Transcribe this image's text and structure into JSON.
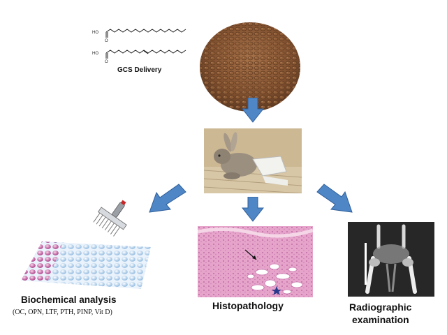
{
  "gcs_label": "GCS Delivery",
  "chem": {
    "structure_1_group": "HO",
    "structure_2_group": "HO"
  },
  "outcomes": {
    "biochemical": {
      "title": "Biochemical analysis",
      "markers": "(OC, OPN, LTF, PTH, PINP, Vit D)"
    },
    "histopathology": {
      "title": "Histopathology"
    },
    "radiographic": {
      "title_line1": "Radiographic",
      "title_line2": "examination"
    }
  },
  "colors": {
    "arrow": "#4f86c6",
    "arrow_stroke": "#2f5f9a",
    "seed": "#8a5a36",
    "histo_bg": "#e9a9cf"
  },
  "icons": [
    "seed-pile-icon",
    "rabbit-photo-icon",
    "multichannel-pipette-icon",
    "well-plate-icon",
    "histology-slide-icon",
    "xray-image-icon"
  ]
}
